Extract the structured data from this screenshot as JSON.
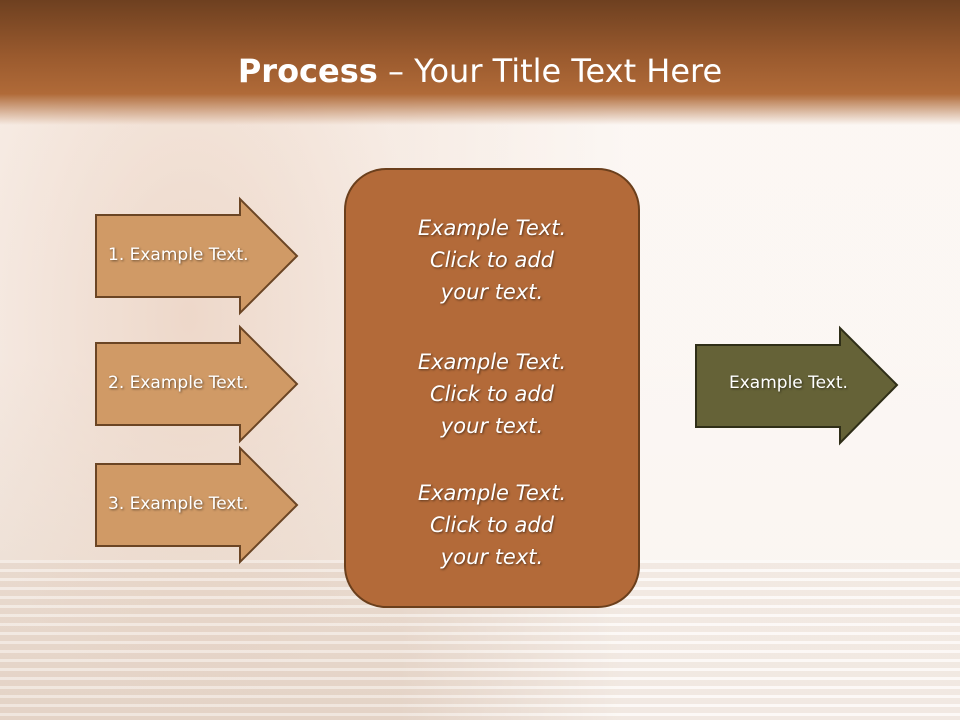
{
  "title": {
    "bold": "Process",
    "rest": " – Your Title Text Here"
  },
  "left_arrows": [
    {
      "label": "1. Example Text."
    },
    {
      "label": "2. Example Text."
    },
    {
      "label": "3. Example Text."
    }
  ],
  "center_box": {
    "blocks": [
      {
        "line1": "Example Text.",
        "line2": "Click  to add",
        "line3": "your text."
      },
      {
        "line1": "Example Text.",
        "line2": "Click  to add",
        "line3": "your text."
      },
      {
        "line1": "Example Text.",
        "line2": "Click  to add",
        "line3": "your text."
      }
    ]
  },
  "output_arrow": {
    "label": "Example Text."
  },
  "colors": {
    "left_arrow_fill": "#d09a66",
    "left_arrow_stroke": "#6b4524",
    "center_fill": "#b36a39",
    "output_fill": "#656237",
    "output_stroke": "#2f2e17",
    "title_bar": "#9a5a2e"
  }
}
